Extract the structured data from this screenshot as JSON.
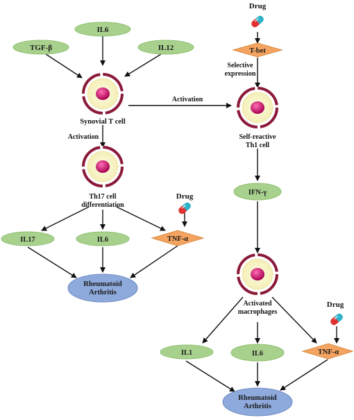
{
  "colors": {
    "green_node": "#a9d18e",
    "green_stroke": "#8cbf6e",
    "orange_node": "#f4a460",
    "orange_stroke": "#d98a40",
    "blue_node": "#8ea9db",
    "blue_stroke": "#6f8cc4",
    "cell_ring": "#8b1a3a",
    "cell_body": "#f7f3c8",
    "nucleus": "#b5005a",
    "arrow": "#111111"
  },
  "nodes": {
    "il6_top": "IL6",
    "tgf_beta": "TGF-β",
    "il12": "IL12",
    "drug_top": "Drug",
    "tbet": "T-bet",
    "selective_expression": [
      "Selective",
      "expression"
    ],
    "synovial_t_cell": "Synovial T cell",
    "activation_right": "Activation",
    "self_reactive_th1": [
      "Self-reactive",
      "Th1 cell"
    ],
    "activation_down": "Activation",
    "th17_differentiation": [
      "Th17 cell",
      "differentiation"
    ],
    "drug_mid": "Drug",
    "ifn_gamma": "IFN-γ",
    "il17": "IL17",
    "il6_mid": "IL6",
    "tnf_alpha_mid": "TNF-α",
    "ra_left": [
      "Rheumatoid",
      "Arthritis"
    ],
    "activated_macrophages": [
      "Activated",
      "macrophages"
    ],
    "drug_bottom": "Drug",
    "il1": "IL1",
    "il6_bottom": "IL6",
    "tnf_alpha_bottom": "TNF-α",
    "ra_right": [
      "Rheumatoid",
      "Arthritis"
    ]
  }
}
